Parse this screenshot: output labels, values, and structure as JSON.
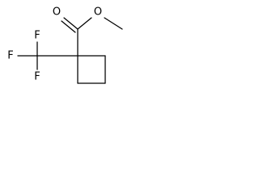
{
  "molecule": {
    "atoms": {
      "carbonyl_oxygen": "O",
      "ester_oxygen": "O",
      "fluorine_top": "F",
      "fluorine_left": "F",
      "fluorine_bottom": "F"
    }
  }
}
